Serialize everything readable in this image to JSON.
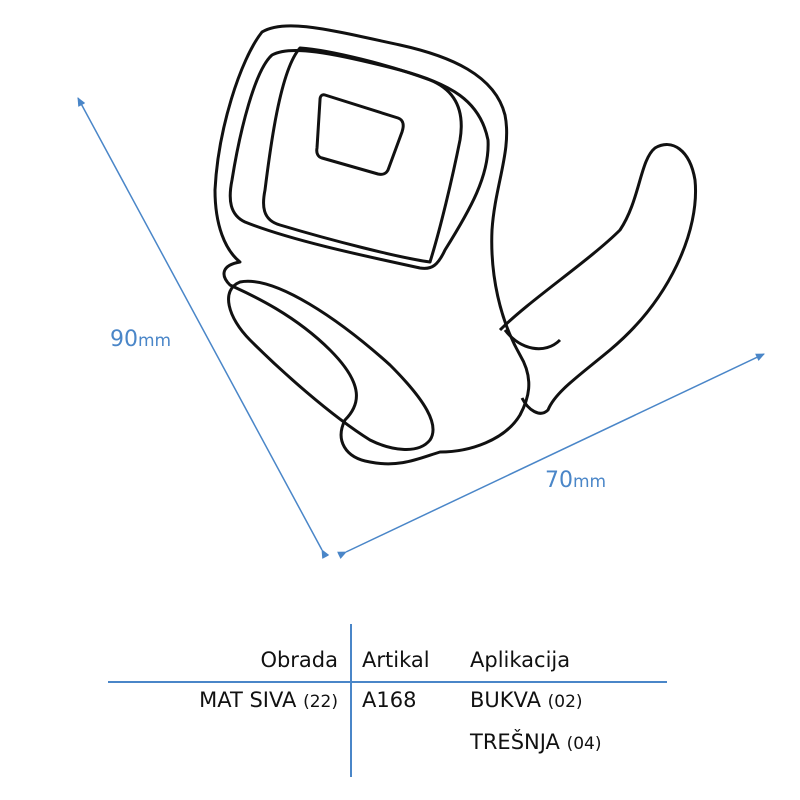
{
  "colors": {
    "dimension": "#4a86c8",
    "outline": "#111111"
  },
  "dimensions": {
    "height": {
      "value": "90",
      "unit": "mm"
    },
    "width": {
      "value": "70",
      "unit": "mm"
    }
  },
  "table": {
    "headers": {
      "finish": "Obrada",
      "article": "Artikal",
      "application": "Aplikacija"
    },
    "finish": {
      "name": "MAT SIVA",
      "code": "(22)"
    },
    "article": "A168",
    "applications": [
      {
        "name": "BUKVA",
        "code": "(02)"
      },
      {
        "name": "TREŠNJA",
        "code": "(04)"
      }
    ]
  }
}
